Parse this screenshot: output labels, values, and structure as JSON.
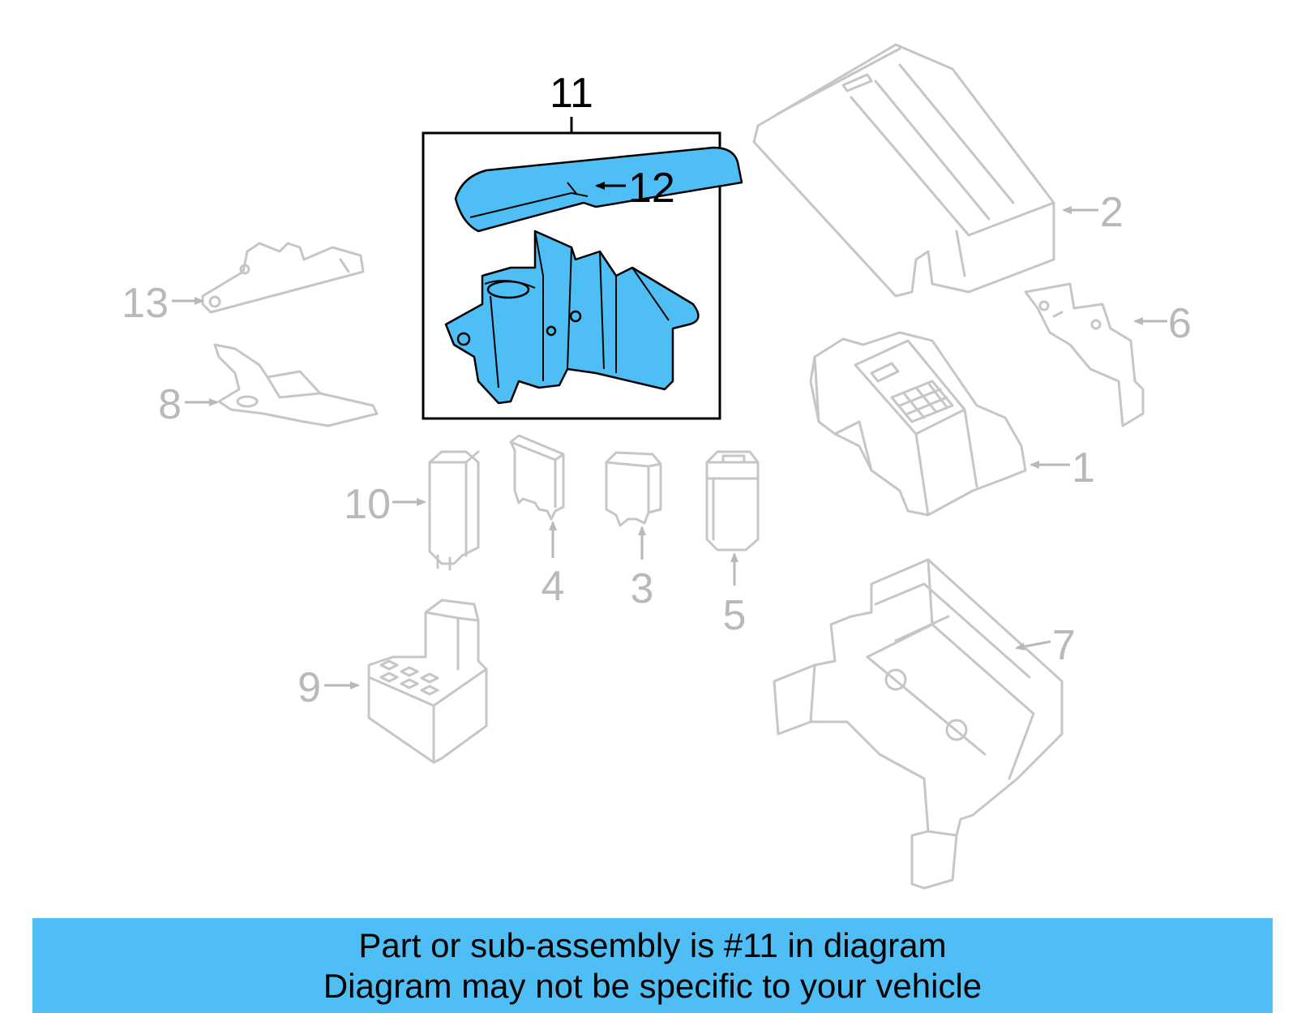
{
  "diagram": {
    "callouts": {
      "c1": "1",
      "c2": "2",
      "c3": "3",
      "c4": "4",
      "c5": "5",
      "c6": "6",
      "c7": "7",
      "c8": "8",
      "c9": "9",
      "c10": "10",
      "c11": "11",
      "c12": "12",
      "c13": "13"
    },
    "highlight_color": "#4fbef5",
    "muted_color": "#c6c6c6"
  },
  "banner": {
    "line1": "Part or sub-assembly is #11 in diagram",
    "line2": "Diagram may not be specific to your vehicle",
    "background": "#4fbef5"
  }
}
